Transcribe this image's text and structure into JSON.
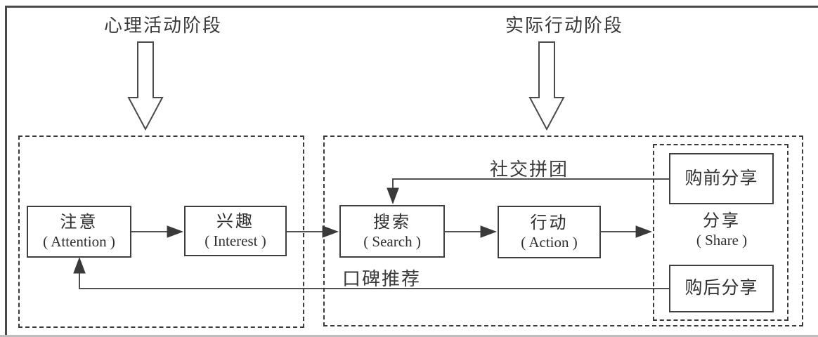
{
  "header": {
    "left_stage": "心理活动阶段",
    "right_stage": "实际行动阶段"
  },
  "nodes": {
    "attention": {
      "title": "注意",
      "subtitle": "( Attention )"
    },
    "interest": {
      "title": "兴趣",
      "subtitle": "( Interest )"
    },
    "search": {
      "title": "搜索",
      "subtitle": "( Search )"
    },
    "action": {
      "title": "行动",
      "subtitle": "( Action )"
    },
    "share": {
      "title": "分享",
      "subtitle": "( Share )"
    },
    "pre_share": {
      "title": "购前分享"
    },
    "post_share": {
      "title": "购后分享"
    }
  },
  "edges": {
    "social_group_buy": "社交拼团",
    "word_of_mouth": "口碑推荐"
  },
  "colors": {
    "line": "#3a3a3a",
    "frame": "#4a4a4a",
    "background": "#ffffff"
  }
}
